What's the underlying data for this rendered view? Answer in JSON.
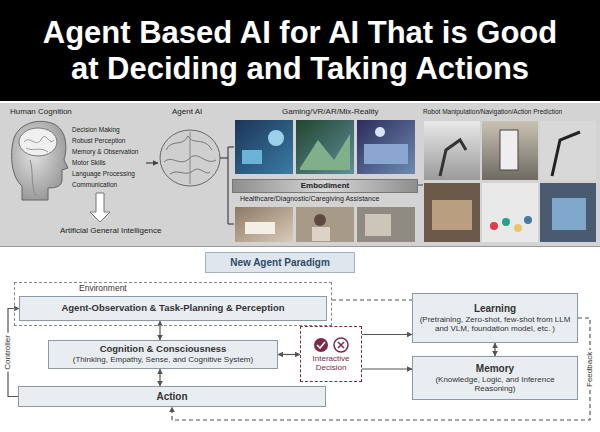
{
  "diagram": {
    "title": "Agent Based AI for AI That is Good at Deciding and Taking Actions",
    "nodes": [
      {
        "text": [
          "Embodiment"
        ]
      },
      {
        "text": [
          "New Agent Paradigm"
        ]
      },
      {
        "text": [
          "Environment"
        ]
      },
      {
        "text": [
          "Agent-Observation & Task-Planning & Perception"
        ],
        "in": 2
      },
      {
        "text": [
          "Cognition & Consciousness",
          "(Thinking, Empathy, Sense, and Cognitive System)"
        ]
      },
      {
        "text": [
          "Interactive Decision"
        ]
      },
      {
        "text": [
          "Action"
        ]
      },
      {
        "text": [
          "Learning",
          "(Pretraining, Zero-shot, few-shot from LLM and VLM, foundation model, etc. )"
        ]
      },
      {
        "text": [
          "Memory",
          "(Knowledge, Logic, and Inference Reasoning)"
        ]
      }
    ],
    "edges": [
      {
        "from": 3,
        "to": 4,
        "arrow": "both"
      },
      {
        "from": 4,
        "to": 6,
        "arrow": "both"
      },
      {
        "from": 6,
        "to": 3,
        "label": "Controller",
        "arrow": "to"
      },
      {
        "from": 4,
        "to": 5,
        "arrow": "both"
      },
      {
        "from": 5,
        "to": 7,
        "arrow": "to"
      },
      {
        "from": 5,
        "to": 8,
        "arrow": "to"
      },
      {
        "from": 7,
        "to": 8,
        "arrow": "both"
      },
      {
        "from": 7,
        "to": 6,
        "label": "Feedback",
        "arrow": "to"
      },
      {
        "from": 2,
        "to": 7,
        "arrow": "none"
      }
    ],
    "labels": [
      "Human Cognition",
      "Decision Making",
      "Robust Perception",
      "Memory & Observation",
      "Motor Skills",
      "Language Processing",
      "Communication",
      "Agent AI",
      "Artificial General Intelligence",
      "Gaming/VR/AR/Mix-Reality",
      "Healthcare/Diagnostic/Caregiving Assistance",
      "Robot Manipulation/Navigation/Action Prediction"
    ]
  }
}
